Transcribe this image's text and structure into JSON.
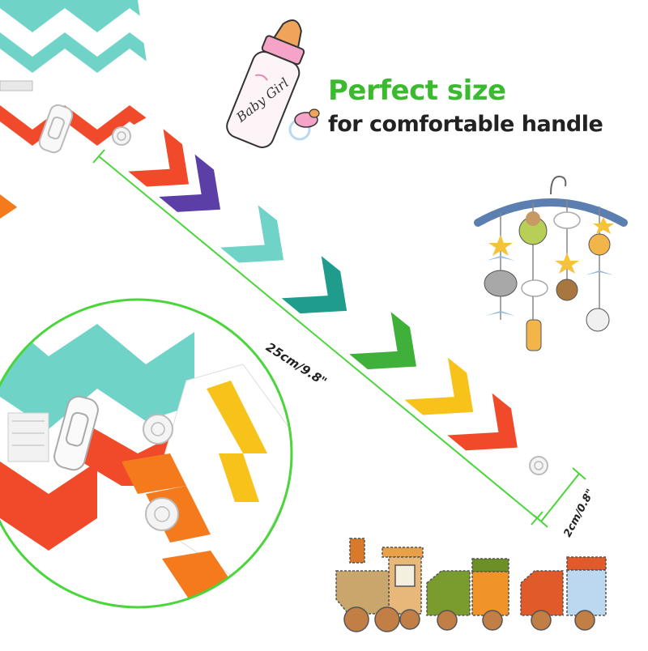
{
  "headline": {
    "title": "Perfect size",
    "subtitle": "for comfortable handle"
  },
  "bottle_label": "Baby Girl",
  "dimensions": {
    "length_label": "25cm/9.8\"",
    "width_label": "2cm/0.8\""
  },
  "colors": {
    "accent_green": "#3cba2f",
    "text_dark": "#222222",
    "strap_red": "#f04a2a",
    "strap_purple": "#5b3fa6",
    "strap_teal": "#6fd3c8",
    "strap_darkteal": "#1f9c8c",
    "strap_green": "#3fb03a",
    "strap_yellow": "#f7c21a",
    "strap_orange": "#f47a1c",
    "mobile_blue": "#5b7fb0"
  },
  "illustrations": [
    "baby-bottle-icon",
    "pacifier-icon",
    "crib-mobile-icon",
    "toy-train-icon",
    "zipper-pull-icon",
    "snap-button-icon"
  ]
}
